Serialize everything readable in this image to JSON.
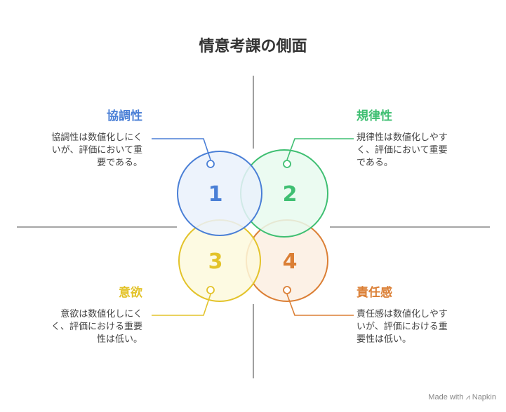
{
  "title": "情意考課の側面",
  "quadrants": [
    {
      "number": "1",
      "heading": "協調性",
      "lines": [
        "協調性は数値化しにく",
        "いが、評価において重",
        "要である。"
      ],
      "color": "#4A7FD6",
      "fill": "#EAF1FC"
    },
    {
      "number": "2",
      "heading": "規律性",
      "lines": [
        "規律性は数値化しやす",
        "く、評価において重要",
        "である。"
      ],
      "color": "#3FBF72",
      "fill": "#E7FAEE"
    },
    {
      "number": "3",
      "heading": "意欲",
      "lines": [
        "意欲は数値化しにく",
        "く、評価における重要",
        "性は低い。"
      ],
      "color": "#E3C32A",
      "fill": "#FDF9DD"
    },
    {
      "number": "4",
      "heading": "責任感",
      "lines": [
        "責任感は数値化しやす",
        "いが、評価における重",
        "要性は低い。"
      ],
      "color": "#DB7F35",
      "fill": "#FCEEE2"
    }
  ],
  "credit": "Made with ⩘ Napkin"
}
